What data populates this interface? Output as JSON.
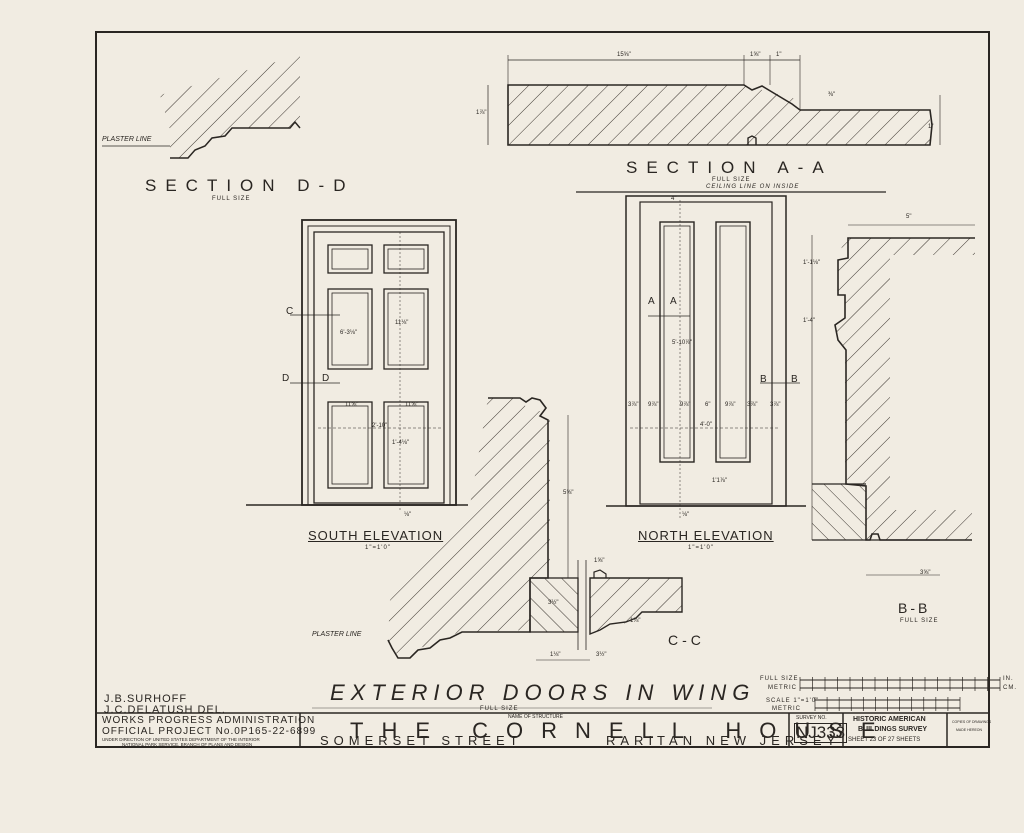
{
  "sections": {
    "dd": {
      "title": "SECTION D-D",
      "scale": "FULL SIZE"
    },
    "aa": {
      "title": "SECTION A-A",
      "scale": "FULL SIZE"
    },
    "bb": {
      "title": "B-B",
      "scale": "FULL SIZE"
    },
    "cc": {
      "title": "C-C"
    }
  },
  "elevations": {
    "south": {
      "title": "SOUTH ELEVATION",
      "scale": "1\"=1'0\""
    },
    "north": {
      "title": "NORTH ELEVATION",
      "scale": "1\"=1'0\""
    }
  },
  "labels": {
    "ceiling_line": "CEILING LINE ON INSIDE",
    "plaster_line_1": "PLASTER LINE",
    "plaster_line_2": "PLASTER LINE",
    "marker_c": "C",
    "marker_d": "D",
    "marker_d2": "D",
    "marker_a1": "A",
    "marker_a2": "A",
    "marker_b1": "B",
    "marker_b2": "B"
  },
  "dimensions": {
    "aa_top": "15⅝\"",
    "aa_a": "1⅝\"",
    "aa_b": "1\"",
    "aa_left": "1⅞\"",
    "aa_c": "⅜\"",
    "aa_d": "1\"",
    "south_stile": "6'-3⅛\"",
    "south_rail": "11⅛\"",
    "south_w1": "11⅝\"",
    "south_w2": "11⅝\"",
    "south_mid": "2'-10\"",
    "south_low": "1'-4⅛\"",
    "south_bot": "⅛\"",
    "north_top": "4\"",
    "north_height": "5'-10⅞\"",
    "north_r1": "3⅞\"",
    "north_r2": "9⅞\"",
    "north_r3": "9⅞\"",
    "north_c": "6\"",
    "north_d": "9⅞\"",
    "north_e": "3⅞\"",
    "north_f": "3⅞\"",
    "north_width": "4'-0\"",
    "north_low": "1'1⅞\"",
    "north_bot": "⅛\"",
    "bb_top": "5\"",
    "bb_a": "1'-1⅛\"",
    "bb_b": "1'-4\"",
    "bb_c": "3⅝\"",
    "cc_a": "5⅝\"",
    "cc_b": "1⅝\"",
    "cc_c": "3½\"",
    "cc_d": "1⅞\"",
    "cc_e": "1⅛\"",
    "cc_f": "3½\""
  },
  "drawing_title": {
    "text": "EXTERIOR DOORS IN WING",
    "scale": "FULL SIZE"
  },
  "scales": {
    "full_size": "FULL SIZE",
    "metric": "METRIC",
    "scale": "SCALE 1\"=1'0\"",
    "metric2": "METRIC",
    "in": "IN.",
    "cm": "CM."
  },
  "title_block": {
    "delineators": [
      "J.B.SURHOFF",
      "J.C.DELATUSH  DEL."
    ],
    "wpa": "WORKS PROGRESS ADMINISTRATION",
    "project": "OFFICIAL PROJECT No.0P165-22-6899",
    "direction": "UNDER DIRECTION OF UNITED STATES DEPARTMENT OF THE INTERIOR",
    "nps": "NATIONAL PARK SERVICE, BRANCH OF PLANS AND DESIGN",
    "name_label": "NAME OF STRUCTURE",
    "name": "THE CORNELL HOUSE",
    "street": "SOMERSET STREET",
    "town": "RARITAN NEW JERSEY",
    "survey_label": "SURVEY NO.",
    "survey_no": "NJ333",
    "habs1": "HISTORIC AMERICAN",
    "habs2": "BUILDINGS SURVEY",
    "sheet": "SHEET 23 OF 27 SHEETS",
    "copy1": "COPIES OF DRAWINGS",
    "copy2": "MADE HEREON"
  }
}
